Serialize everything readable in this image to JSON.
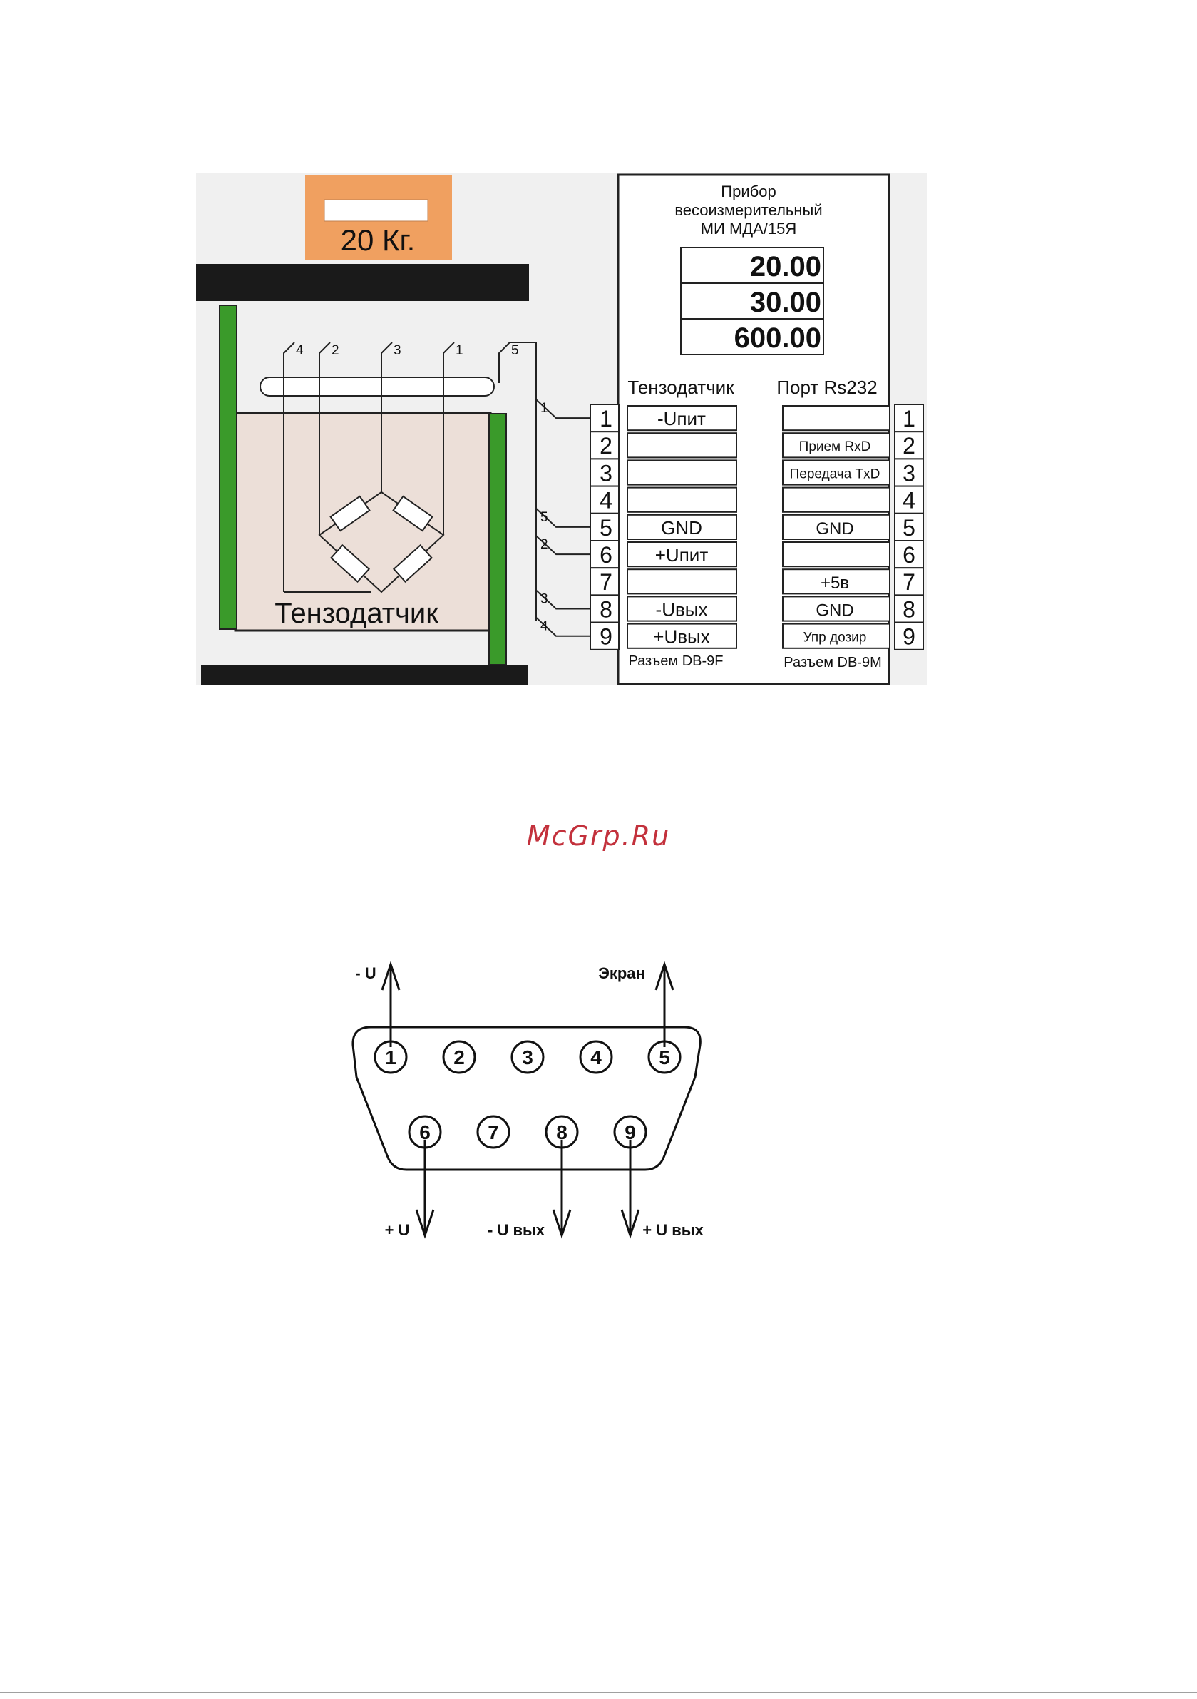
{
  "top_diagram": {
    "weight_label": "20 Кг.",
    "sensor_label": "Тензодатчик",
    "cable_wires": [
      "4",
      "2",
      "3",
      "1",
      "5"
    ],
    "device": {
      "title_lines": [
        "Прибор",
        "весоизмерительный",
        "МИ МДА/15Я"
      ],
      "readings": [
        "20.00",
        "30.00",
        "600.00"
      ]
    },
    "connector_left": {
      "header": "Тензодатчик",
      "footer": "Разъем DB-9F",
      "pins": [
        {
          "num": "1",
          "label": "-Uпит",
          "wire": "1"
        },
        {
          "num": "2",
          "label": "",
          "wire": ""
        },
        {
          "num": "3",
          "label": "",
          "wire": ""
        },
        {
          "num": "4",
          "label": "",
          "wire": ""
        },
        {
          "num": "5",
          "label": "GND",
          "wire": "5"
        },
        {
          "num": "6",
          "label": "+Uпит",
          "wire": "2"
        },
        {
          "num": "7",
          "label": "",
          "wire": ""
        },
        {
          "num": "8",
          "label": "-Uвых",
          "wire": "3"
        },
        {
          "num": "9",
          "label": "+Uвых",
          "wire": "4"
        }
      ]
    },
    "connector_right": {
      "header": "Порт Rs232",
      "footer": "Разъем DB-9M",
      "pins": [
        {
          "num": "1",
          "label": ""
        },
        {
          "num": "2",
          "label": "Прием RxD"
        },
        {
          "num": "3",
          "label": "Передача TxD"
        },
        {
          "num": "4",
          "label": ""
        },
        {
          "num": "5",
          "label": "GND"
        },
        {
          "num": "6",
          "label": ""
        },
        {
          "num": "7",
          "label": "+5в"
        },
        {
          "num": "8",
          "label": "GND"
        },
        {
          "num": "9",
          "label": "Упр дозир"
        }
      ]
    },
    "colors": {
      "weight": "#f0a060",
      "rail": "#1a1a1a",
      "post": "#3a9a2a",
      "body": "#ecdfd8",
      "panel": "#f0f0f0"
    }
  },
  "watermark": "McGrp.Ru",
  "pinout": {
    "top_row": [
      "1",
      "2",
      "3",
      "4",
      "5"
    ],
    "bottom_row": [
      "6",
      "7",
      "8",
      "9"
    ],
    "labels": {
      "pin1": "- U",
      "pin5": "Экран",
      "pin6": "+ U",
      "pin8": "- U вых",
      "pin9": "+ U вых"
    }
  }
}
